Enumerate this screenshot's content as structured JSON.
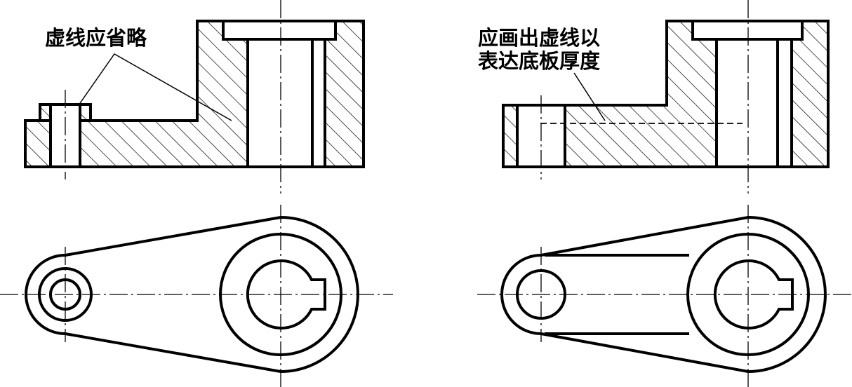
{
  "annotations": {
    "left": "虚线应省略",
    "right_line1": "应画出虚线以",
    "right_line2": "表达底板厚度"
  },
  "colors": {
    "ink": "#000000",
    "paper": "#ffffff"
  }
}
